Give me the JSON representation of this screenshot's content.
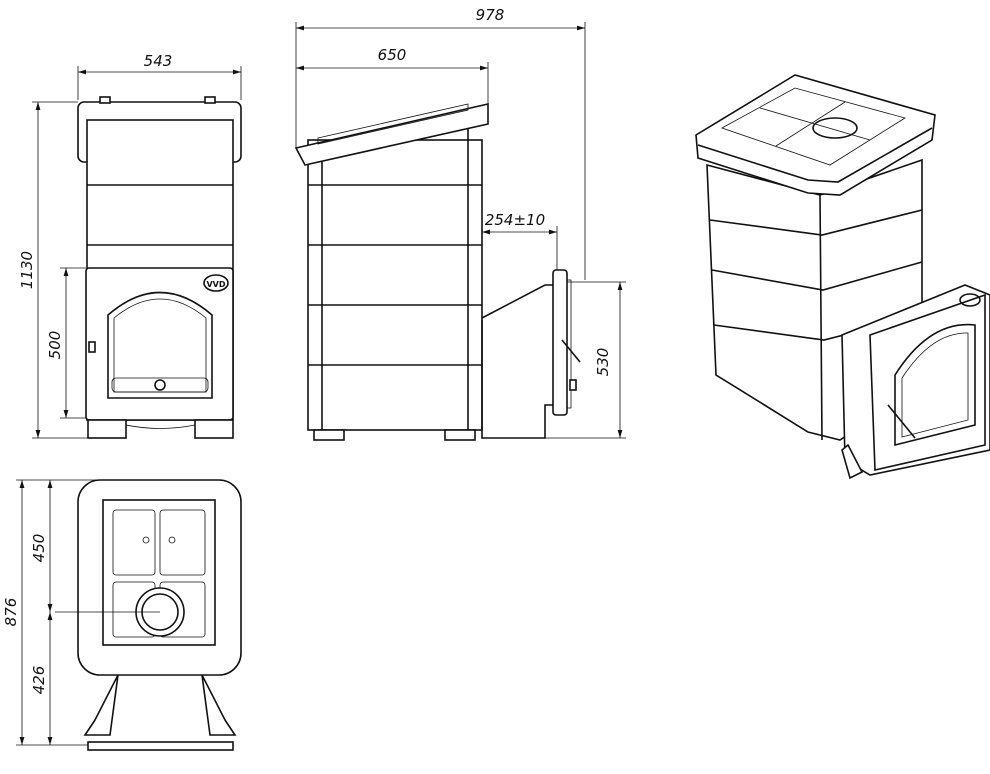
{
  "title": "Sauna stove technical drawing",
  "logo_text": "VVD",
  "dimensions": {
    "total_depth": "978",
    "width": "543",
    "body_depth": "650",
    "door_projection": "254±10",
    "height": "1130",
    "door_height": "500",
    "door_offset_height": "530",
    "top_depth": "876",
    "top_front": "450",
    "top_rear": "426"
  },
  "colors": {
    "line": "#111111",
    "background": "#ffffff"
  }
}
